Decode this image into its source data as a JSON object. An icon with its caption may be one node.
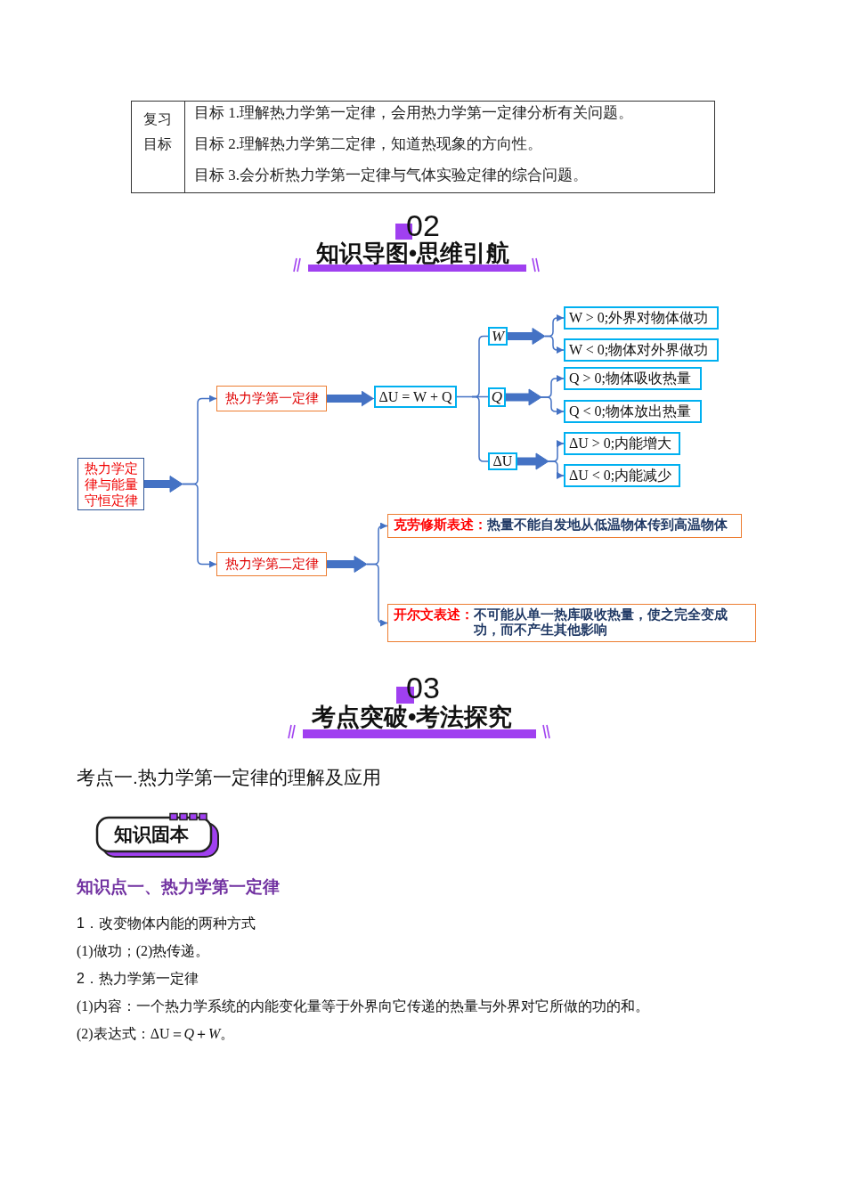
{
  "diagram": {
    "nodes": [
      {
        "text": [
          "热力学定律与能量守恒定律"
        ]
      },
      {
        "text": [
          "热力学第一定律"
        ]
      },
      {
        "text": [
          "ΔU = W + Q"
        ]
      },
      {
        "text": [
          "W"
        ]
      },
      {
        "text": [
          "W > 0;外界对物体做功"
        ]
      },
      {
        "text": [
          "W < 0;物体对外界做功"
        ]
      },
      {
        "text": [
          "Q"
        ]
      },
      {
        "text": [
          "Q > 0;物体吸收热量"
        ]
      },
      {
        "text": [
          "Q < 0;物体放出热量"
        ]
      },
      {
        "text": [
          "ΔU"
        ]
      },
      {
        "text": [
          "ΔU > 0;内能增大"
        ]
      },
      {
        "text": [
          "ΔU < 0;内能减少"
        ]
      },
      {
        "text": [
          "热力学第二定律"
        ]
      },
      {
        "text": [
          "克劳修斯表述：",
          "热量不能自发地从低温物体传到高温物体"
        ]
      },
      {
        "text": [
          "开尔文表述：",
          "不可能从单一热库吸收热量，使之完全变成功，而不产生其他影响"
        ]
      },
      {
        "text": [
          "知识固本"
        ]
      }
    ],
    "edges": [
      {
        "from": 0,
        "to": 1,
        "arrow": "to"
      },
      {
        "from": 0,
        "to": 12,
        "arrow": "to"
      },
      {
        "from": 1,
        "to": 2,
        "arrow": "to"
      },
      {
        "from": 2,
        "to": 3,
        "arrow": "none"
      },
      {
        "from": 2,
        "to": 6,
        "arrow": "none"
      },
      {
        "from": 2,
        "to": 9,
        "arrow": "none"
      },
      {
        "from": 3,
        "to": 4,
        "arrow": "to"
      },
      {
        "from": 3,
        "to": 5,
        "arrow": "to"
      },
      {
        "from": 6,
        "to": 7,
        "arrow": "to"
      },
      {
        "from": 6,
        "to": 8,
        "arrow": "to"
      },
      {
        "from": 9,
        "to": 10,
        "arrow": "to"
      },
      {
        "from": 9,
        "to": 11,
        "arrow": "to"
      },
      {
        "from": 12,
        "to": 13,
        "arrow": "to"
      },
      {
        "from": 12,
        "to": 14,
        "arrow": "to"
      }
    ],
    "labels": [
      "复习目标",
      "目标 1.理解热力学第一定律，会用热力学第一定律分析有关问题。",
      "目标 2.理解热力学第二定律，知道热现象的方向性。",
      "目标 3.会分析热力学第一定律与气体实验定律的综合问题。",
      "02",
      "知识导图•思维引航",
      "03",
      "考点突破•考法探究",
      "考点一.热力学第一定律的理解及应用",
      "知识点一、热力学第一定律",
      "1．改变物体内能的两种方式",
      "(1)做功；(2)热传递。",
      "2．热力学第一定律",
      "(1)内容：一个热力学系统的内能变化量等于外界向它传递的热量与外界对它所做的功的和。",
      "(2)表达式：ΔU＝*Q*＋*W*。"
    ]
  }
}
